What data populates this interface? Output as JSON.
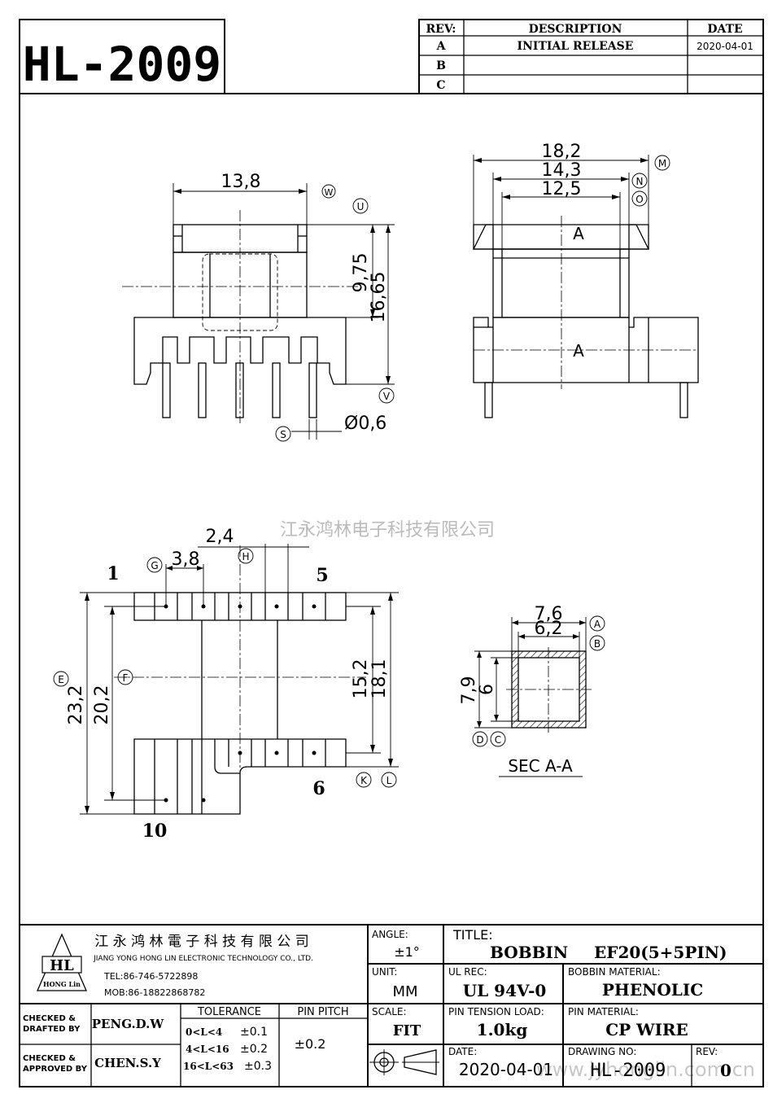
{
  "part_number": "HL-2009",
  "revision_table": {
    "headers": [
      "REV:",
      "DESCRIPTION",
      "DATE"
    ],
    "rows": [
      {
        "rev": "A",
        "description": "INITIAL RELEASE",
        "date": "2020-04-01"
      },
      {
        "rev": "B",
        "description": "",
        "date": ""
      },
      {
        "rev": "C",
        "description": "",
        "date": ""
      }
    ]
  },
  "front_view": {
    "dims": {
      "width": "13,8",
      "core_height": "9,75",
      "total_height": "16,65",
      "pin_dia": "Ø0,6"
    },
    "markers": {
      "width": "W",
      "top": "U",
      "bottom": "V",
      "pin": "S"
    }
  },
  "side_view": {
    "dims": {
      "outer": "18,2",
      "mid": "14,3",
      "inner": "12,5"
    },
    "markers": {
      "outer": "M",
      "mid": "N",
      "inner": "O"
    },
    "section_labels": [
      "A",
      "A"
    ]
  },
  "watermark": "江永鸿林电子科技有限公司",
  "bottom_view": {
    "pin_labels": {
      "p1": "1",
      "p5": "5",
      "p6": "6",
      "p10": "10"
    },
    "dims": {
      "pitch_span": "2,4",
      "pitch": "3,8",
      "overall": "23,2",
      "row_span": "20,2",
      "inner": "15,2",
      "width": "18,1"
    },
    "markers": {
      "pitch": "G",
      "span": "H",
      "overall": "E",
      "row": "F",
      "right1": "K",
      "right2": "L"
    }
  },
  "section": {
    "dims": {
      "outer_w": "7,6",
      "inner_w": "6,2",
      "outer_h": "7,9",
      "inner_h": "6"
    },
    "markers": {
      "outer_w": "A",
      "inner_w": "B",
      "h1": "D",
      "h2": "C"
    },
    "caption": "SEC A-A"
  },
  "title_block": {
    "company_cn": "江 永 鸿 林 電 子 科 技 有 限 公 司",
    "company_en": "JIANG YONG HONG LIN ELECTRONIC TECHNOLOGY CO., LTD.",
    "logo_text": "HL",
    "logo_sub": "HONG Lin",
    "tel": "TEL:86-746-5722898",
    "mob": "MOB:86-18822868782",
    "angle_label": "ANGLE:",
    "angle_value": "±1°",
    "title_label": "TITLE:",
    "title_value_1": "BOBBIN",
    "title_value_2": "EF20(5+5PIN)",
    "unit_label": "UNIT:",
    "unit_value": "MM",
    "ul_label": "UL REC:",
    "ul_value": "UL 94V-0",
    "material_label": "BOBBIN MATERIAL:",
    "material_value": "PHENOLIC",
    "checked_drafted_label": "CHECKED & DRAFTED BY",
    "checked_drafted_value": "PENG.D.W",
    "checked_approved_label": "CHECKED & APPROVED BY",
    "checked_approved_value": "CHEN.S.Y",
    "tolerance_label": "TOLERANCE",
    "tolerances": [
      {
        "range": "0<L<4",
        "value": "±0.1"
      },
      {
        "range": "4<L<16",
        "value": "±0.2"
      },
      {
        "range": "16<L<63",
        "value": "±0.3"
      }
    ],
    "pin_pitch_label": "PIN PITCH",
    "pin_pitch_value": "±0.2",
    "scale_label": "SCALE:",
    "scale_value": "FIT",
    "tension_label": "PIN TENSION LOAD:",
    "tension_value": "1.0kg",
    "pin_material_label": "PIN MATERIAL:",
    "pin_material_value": "CP WIRE",
    "date_label": "DATE:",
    "date_value": "2020-04-01",
    "drawing_no_label": "DRAWING NO:",
    "drawing_no_value": "HL-2009",
    "rev_label": "REV:",
    "rev_value": "0",
    "website": "www.jyhonglin.com.cn"
  }
}
